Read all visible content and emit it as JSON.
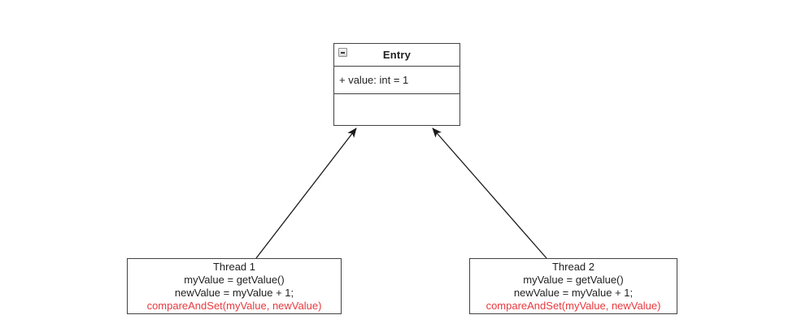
{
  "colors": {
    "background": "#ffffff",
    "box_border": "#424242",
    "text": "#1f1f1f",
    "highlight_red": "#e8393d",
    "arrow": "#1a1a1a"
  },
  "entry_class": {
    "title": "Entry",
    "collapse_icon": "minus-collapse-icon",
    "attributes": [
      "+ value: int = 1"
    ]
  },
  "threads": [
    {
      "title": "Thread 1",
      "code_lines": [
        "myValue = getValue()",
        "newValue = myValue + 1;"
      ],
      "highlight_line": "compareAndSet(myValue, newValue)"
    },
    {
      "title": "Thread 2",
      "code_lines": [
        "myValue = getValue()",
        "newValue = myValue + 1;"
      ],
      "highlight_line": "compareAndSet(myValue, newValue)"
    }
  ]
}
